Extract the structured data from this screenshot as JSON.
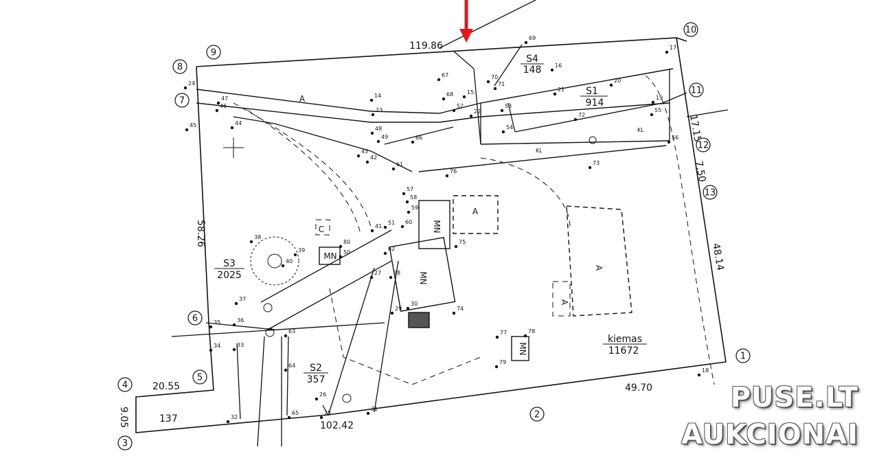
{
  "plot": {
    "boundary_dimensions": {
      "top": "119.86",
      "left": "58.26",
      "right_upper": "17.15",
      "right_mid": "7.50",
      "right_lower": "48.14",
      "bottom_right": "49.70",
      "bottom_left": "102.42",
      "small_top": "20.55",
      "small_left": "9.05",
      "small_area": "137"
    },
    "corner_markers": [
      "1",
      "2",
      "3",
      "4",
      "5",
      "6",
      "7",
      "8",
      "9",
      "10",
      "11",
      "12",
      "13"
    ],
    "areas": [
      {
        "name": "S1",
        "value": "914"
      },
      {
        "name": "S2",
        "value": "357"
      },
      {
        "name": "S3",
        "value": "2025"
      },
      {
        "name": "S4",
        "value": "148"
      },
      {
        "name": "kiemas",
        "value": "11672"
      }
    ],
    "building_labels": [
      "MN",
      "MN",
      "MN",
      "MN",
      "A",
      "A",
      "A",
      "A",
      "C",
      "KL",
      "KL"
    ],
    "point_labels": [
      "14",
      "15",
      "16",
      "17",
      "18",
      "19",
      "20",
      "21",
      "22",
      "23",
      "24",
      "25",
      "26",
      "27",
      "28",
      "29",
      "30",
      "31",
      "32",
      "33",
      "34",
      "35",
      "36",
      "37",
      "38",
      "39",
      "40",
      "41",
      "42",
      "43",
      "44",
      "45",
      "46",
      "47",
      "48",
      "49",
      "50",
      "51",
      "52",
      "53",
      "54",
      "55",
      "56",
      "57",
      "58",
      "59",
      "60",
      "61",
      "62",
      "63",
      "64",
      "65",
      "66",
      "67",
      "68",
      "69",
      "70",
      "71",
      "72",
      "73",
      "74",
      "75",
      "76",
      "77",
      "78",
      "79",
      "80"
    ]
  },
  "watermark": {
    "line1": "PUSE.LT",
    "line2": "AUKCIONAI"
  },
  "colors": {
    "line": "#111111",
    "arrow": "#e01b1b",
    "background": "#ffffff"
  }
}
